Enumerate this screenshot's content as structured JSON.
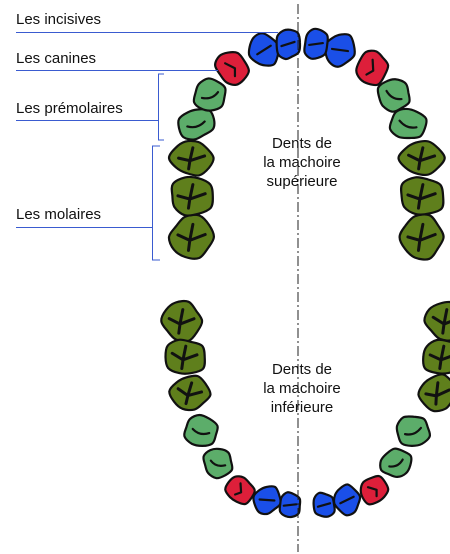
{
  "labels": {
    "incisors": "Les incisives",
    "canines": "Les canines",
    "premolars": "Les prémolaires",
    "molars": "Les molaires"
  },
  "upper_jaw": {
    "line1": "Dents de",
    "line2": "la machoire",
    "line3": "supérieure"
  },
  "lower_jaw": {
    "line1": "Dents de",
    "line2": "la machoire",
    "line3": "inférieure"
  },
  "colors": {
    "incisor": "#1a4fe8",
    "canine": "#dd1f3a",
    "premolar": "#5cad6a",
    "molar": "#5f7f1c",
    "outline": "#111111",
    "leader": "#3a5bd0"
  }
}
